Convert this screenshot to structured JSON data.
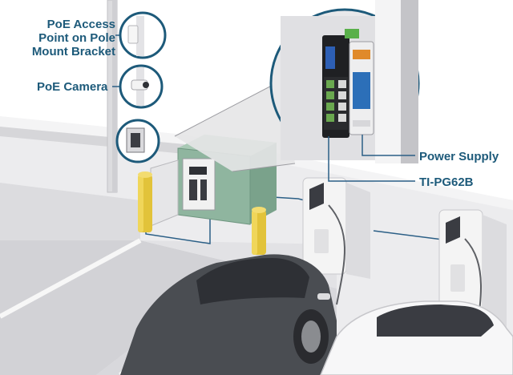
{
  "labels": {
    "access_point_line1": "PoE Access",
    "access_point_line2": "Point on Pole",
    "access_point_line3": "Mount Bracket",
    "camera": "PoE Camera",
    "power_supply": "Power Supply",
    "switch": "TI-PG62B"
  },
  "colors": {
    "label_text": "#1d5a7a",
    "callout_line": "#2b5f86",
    "cabinet": "#8fb59f",
    "bollard": "#e2c33a",
    "car_dark": "#4a4d52"
  },
  "icons": {
    "access_point": "access-point-icon",
    "camera": "camera-icon",
    "poe_switch": "poe-switch-icon",
    "power_supply": "power-supply-icon",
    "charging_station": "ev-charger-icon"
  }
}
